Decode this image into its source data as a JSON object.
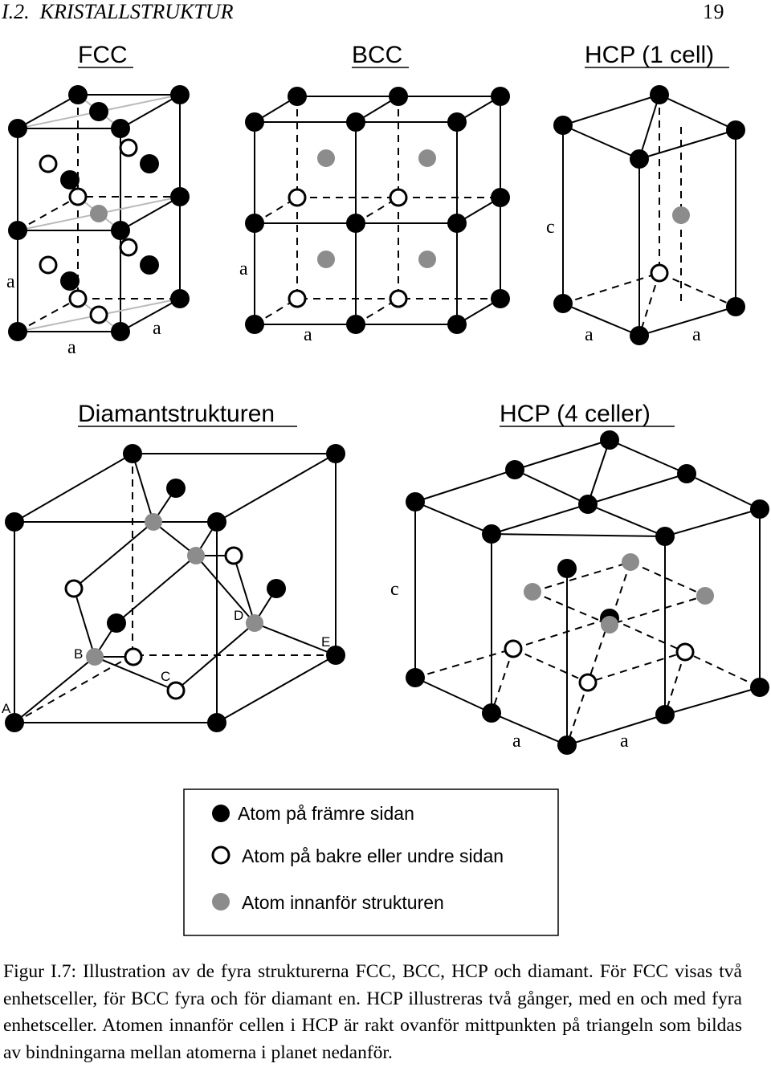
{
  "header": {
    "section": "I.2.",
    "section_title": "KRISTALLSTRUKTUR",
    "page_number": "19"
  },
  "figure": {
    "panel_titles": {
      "fcc": "FCC",
      "bcc": "BCC",
      "hcp1": "HCP (1 cell)",
      "diamond": "Diamantstrukturen",
      "hcp4": "HCP (4 celler)"
    },
    "axis_labels": {
      "a": "a",
      "c": "c"
    },
    "diamond_points": {
      "A": "A",
      "B": "B",
      "C": "C",
      "D": "D",
      "E": "E"
    },
    "legend": {
      "front": "Atom på främre sidan",
      "back": "Atom på bakre eller undre sidan",
      "inside": "Atom innanför strukturen"
    },
    "colors": {
      "front_atom": "#000000",
      "back_atom": "#ffffff",
      "inside_atom": "#8c8c8c",
      "line": "#000000",
      "light_line": "#bbbbbb"
    }
  },
  "caption": {
    "text": "Figur I.7: Illustration av de fyra strukturerna FCC, BCC, HCP och diamant. För FCC visas två enhetsceller, för BCC fyra och för diamant en. HCP illustreras två gånger, med en och med fyra enhetsceller. Atomen innanför cellen i HCP är rakt ovanför mittpunkten på triangeln som bildas av bindningarna mellan atomerna i planet nedanför."
  }
}
